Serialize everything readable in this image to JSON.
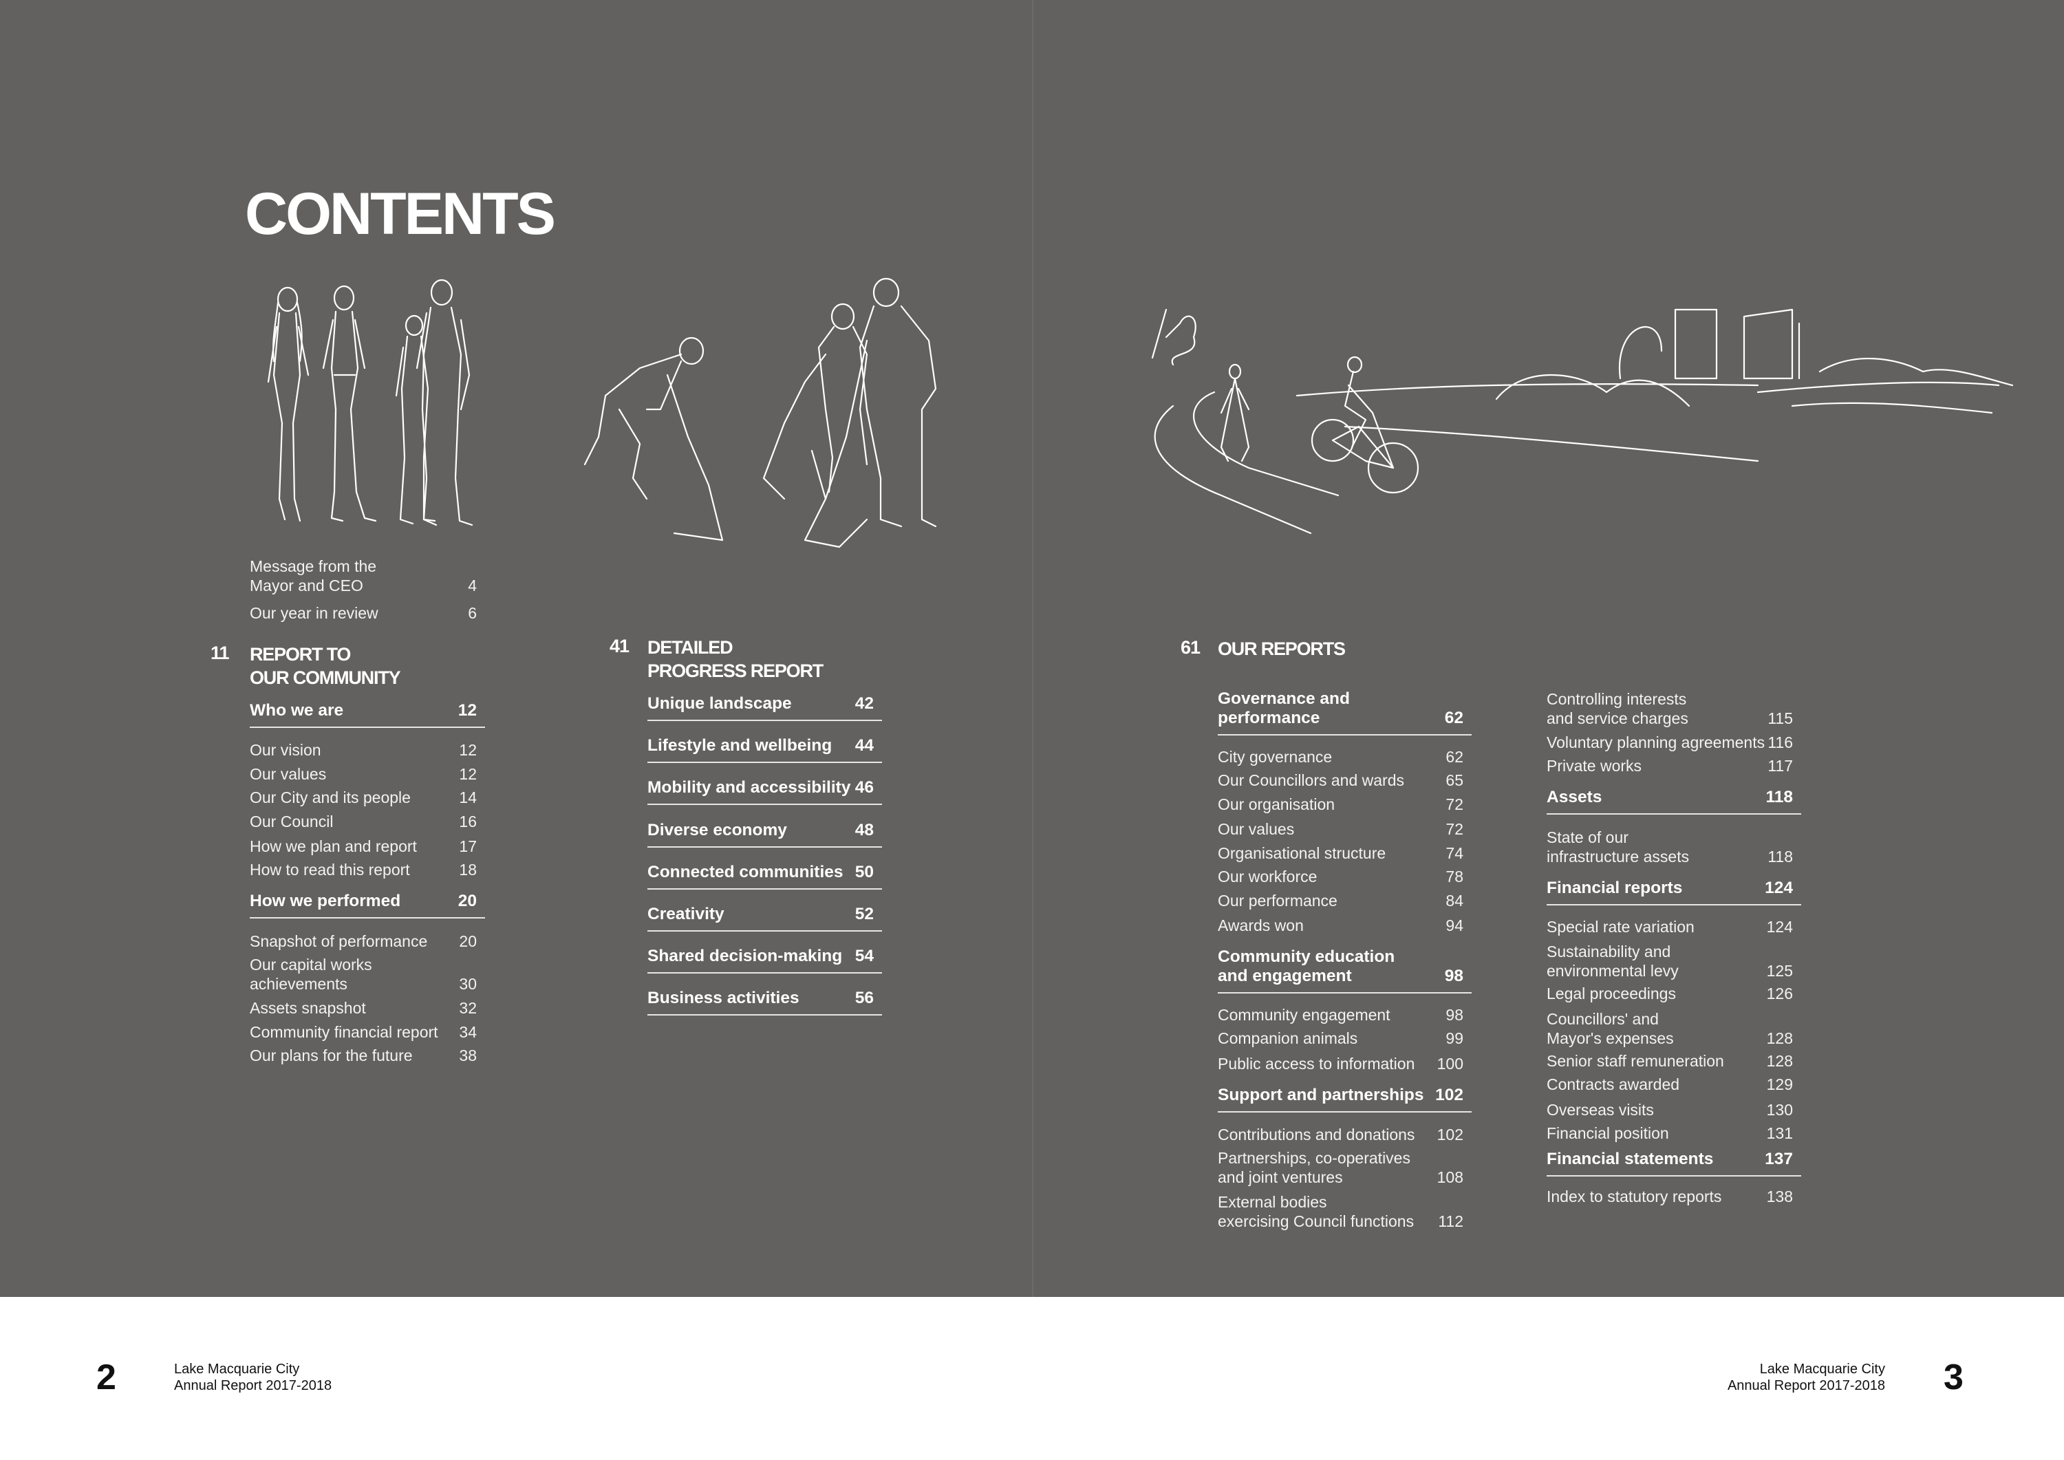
{
  "title": "CONTENTS",
  "intro": [
    {
      "label": "Message from the\nMayor and CEO",
      "page": "4"
    },
    {
      "label": "Our year in review",
      "page": "6"
    }
  ],
  "sections": [
    {
      "number": "11",
      "heading": "REPORT TO\nOUR COMMUNITY",
      "entries": [
        {
          "label": "Who we are",
          "page": "12",
          "bold": true
        },
        {
          "label": "Our vision",
          "page": "12"
        },
        {
          "label": "Our values",
          "page": "12"
        },
        {
          "label": "Our City and its people",
          "page": "14"
        },
        {
          "label": "Our Council",
          "page": "16"
        },
        {
          "label": "How we plan and report",
          "page": "17"
        },
        {
          "label": "How to read this report",
          "page": "18"
        },
        {
          "label": "How we performed",
          "page": "20",
          "bold": true
        },
        {
          "label": "Snapshot of performance",
          "page": "20"
        },
        {
          "label": "Our capital works\nachievements",
          "page": "30"
        },
        {
          "label": "Assets snapshot",
          "page": "32"
        },
        {
          "label": "Community financial report",
          "page": "34"
        },
        {
          "label": "Our plans for the future",
          "page": "38"
        }
      ]
    },
    {
      "number": "41",
      "heading": "DETAILED\nPROGRESS REPORT",
      "entries": [
        {
          "label": "Unique landscape",
          "page": "42",
          "bold": true
        },
        {
          "label": "Lifestyle and wellbeing",
          "page": "44",
          "bold": true
        },
        {
          "label": "Mobility and accessibility",
          "page": "46",
          "bold": true
        },
        {
          "label": "Diverse economy",
          "page": "48",
          "bold": true
        },
        {
          "label": "Connected communities",
          "page": "50",
          "bold": true
        },
        {
          "label": "Creativity",
          "page": "52",
          "bold": true
        },
        {
          "label": "Shared decision-making",
          "page": "54",
          "bold": true
        },
        {
          "label": "Business activities",
          "page": "56",
          "bold": true
        }
      ]
    },
    {
      "number": "61",
      "heading": "OUR REPORTS",
      "entries": [
        {
          "label": "Governance and\nperformance",
          "page": "62",
          "bold": true
        },
        {
          "label": "City governance",
          "page": "62"
        },
        {
          "label": "Our Councillors and wards",
          "page": "65"
        },
        {
          "label": "Our organisation",
          "page": "72"
        },
        {
          "label": "Our values",
          "page": "72"
        },
        {
          "label": "Organisational structure",
          "page": "74"
        },
        {
          "label": "Our workforce",
          "page": "78"
        },
        {
          "label": "Our performance",
          "page": "84"
        },
        {
          "label": "Awards won",
          "page": "94"
        },
        {
          "label": "Community education\nand engagement",
          "page": "98",
          "bold": true
        },
        {
          "label": "Community engagement",
          "page": "98"
        },
        {
          "label": "Companion animals",
          "page": "99"
        },
        {
          "label": "Public access to information",
          "page": "100"
        },
        {
          "label": "Support and partnerships",
          "page": "102",
          "bold": true
        },
        {
          "label": "Contributions and donations",
          "page": "102"
        },
        {
          "label": "Partnerships, co-operatives\nand joint ventures",
          "page": "108"
        },
        {
          "label": "External bodies\nexercising Council functions",
          "page": "112"
        },
        {
          "label": "Controlling interests\nand service charges",
          "page": "115"
        },
        {
          "label": "Voluntary planning agreements",
          "page": "116"
        },
        {
          "label": "Private works",
          "page": "117"
        },
        {
          "label": "Assets",
          "page": "118",
          "bold": true
        },
        {
          "label": "State of our\ninfrastructure assets",
          "page": "118"
        },
        {
          "label": "Financial reports",
          "page": "124",
          "bold": true
        },
        {
          "label": "Special rate variation",
          "page": "124"
        },
        {
          "label": "Sustainability and\nenvironmental levy",
          "page": "125"
        },
        {
          "label": "Legal proceedings",
          "page": "126"
        },
        {
          "label": "Councillors' and\nMayor's expenses",
          "page": "128"
        },
        {
          "label": "Senior staff remuneration",
          "page": "128"
        },
        {
          "label": "Contracts awarded",
          "page": "129"
        },
        {
          "label": "Overseas visits",
          "page": "130"
        },
        {
          "label": "Financial position",
          "page": "131"
        },
        {
          "label": "Financial statements",
          "page": "137",
          "bold": true
        },
        {
          "label": "Index to statutory reports",
          "page": "138"
        }
      ]
    }
  ],
  "footer": {
    "left": {
      "page": "2",
      "line1": "Lake Macquarie City",
      "line2": "Annual Report 2017-2018"
    },
    "right": {
      "page": "3",
      "line1": "Lake Macquarie City",
      "line2": "Annual Report 2017-2018"
    }
  }
}
